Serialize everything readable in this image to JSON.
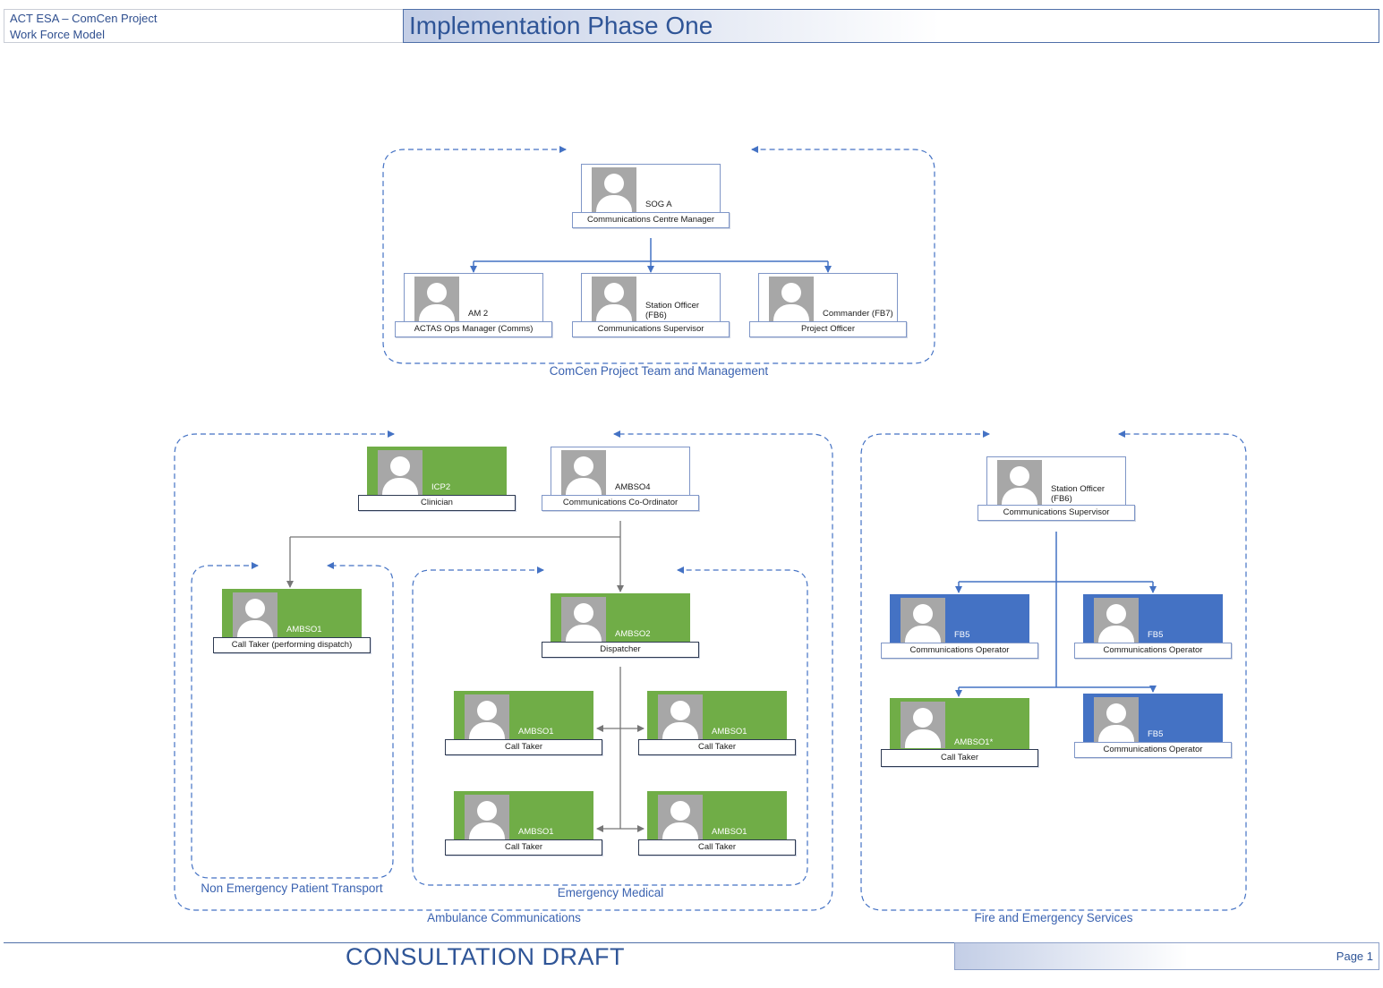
{
  "header": {
    "org_line1": "ACT ESA – ComCen Project",
    "org_line2": "Work Force Model",
    "title": "Implementation Phase One"
  },
  "footer": {
    "draft_label": "CONSULTATION DRAFT",
    "page_label": "Page 1"
  },
  "colors": {
    "accent": "#2f5597",
    "green_card": "#70ad47",
    "blue_card": "#4472c4",
    "connector": "#4472c4",
    "group_border": "#4472c4"
  },
  "groups": {
    "management": "ComCen Project Team and Management",
    "ambulance": "Ambulance Communications",
    "nept": "Non Emergency Patient Transport",
    "emergency_medical": "Emergency Medical",
    "fire": "Fire and Emergency Services"
  },
  "cards": {
    "ccm": {
      "grade": "SOG A",
      "role": "Communications Centre Manager"
    },
    "am2": {
      "grade": "AM 2",
      "role": "ACTAS Ops Manager (Comms)"
    },
    "mgmt_so": {
      "grade": "Station Officer (FB6)",
      "role": "Communications Supervisor"
    },
    "commander": {
      "grade": "Commander (FB7)",
      "role": "Project Officer"
    },
    "clinician": {
      "grade": "ICP2",
      "role": "Clinician"
    },
    "coordinator": {
      "grade": "AMBSO4",
      "role": "Communications Co-Ordinator"
    },
    "nept_taker": {
      "grade": "AMBSO1",
      "role": "Call Taker (performing dispatch)"
    },
    "dispatcher": {
      "grade": "AMBSO2",
      "role": "Dispatcher"
    },
    "em_taker1": {
      "grade": "AMBSO1",
      "role": "Call Taker"
    },
    "em_taker2": {
      "grade": "AMBSO1",
      "role": "Call Taker"
    },
    "em_taker3": {
      "grade": "AMBSO1",
      "role": "Call Taker"
    },
    "em_taker4": {
      "grade": "AMBSO1",
      "role": "Call Taker"
    },
    "fire_so": {
      "grade": "Station Officer (FB6)",
      "role": "Communications Supervisor"
    },
    "fire_op1": {
      "grade": "FB5",
      "role": "Communications Operator"
    },
    "fire_op2": {
      "grade": "FB5",
      "role": "Communications Operator"
    },
    "fire_taker": {
      "grade": "AMBSO1*",
      "role": "Call Taker"
    },
    "fire_op3": {
      "grade": "FB5",
      "role": "Communications Operator"
    }
  }
}
